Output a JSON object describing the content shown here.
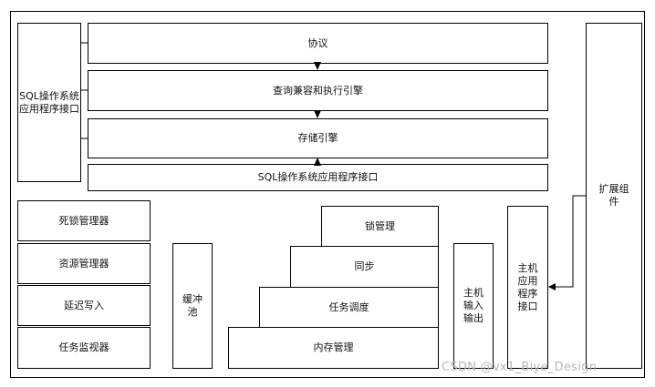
{
  "diagram": {
    "left_api": "SQL操作系统应用程序接口",
    "protocol": "协议",
    "query_engine": "查询兼容和执行引擎",
    "storage_engine": "存储引擎",
    "bottom_api": "SQL操作系统应用程序接口",
    "extension": "扩展组件",
    "deadlock_manager": "死锁管理器",
    "resource_manager": "资源管理器",
    "lazy_writer": "延迟写入",
    "task_monitor": "任务监视器",
    "buffer_pool": "缓冲池",
    "lock_manager": "锁管理",
    "sync": "同步",
    "task_scheduler": "任务调度",
    "memory_manager": "内存管理",
    "host_io": "主机输入输出",
    "host_api": "主机应用程序接口"
  },
  "watermark": "CSDN @vx1_Biye_Design"
}
